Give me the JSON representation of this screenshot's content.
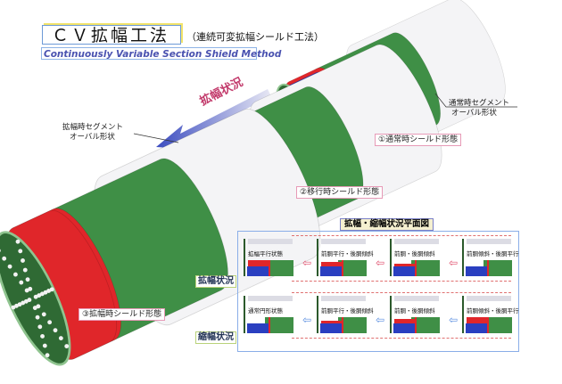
{
  "header": {
    "title": "ＣＶ拡幅工法",
    "subtitle": "（連続可変拡幅シールド工法）",
    "english_title": "Continuously Variable Section Shield Method"
  },
  "illustration": {
    "direction_label": "拡幅状況",
    "callout_left": {
      "line1": "拡幅時セグメント",
      "line2": "オーバル形状"
    },
    "callout_right": {
      "line1": "通常時セグメント",
      "line2": "オーバル形状"
    },
    "stages": [
      "①通常時シールド形態",
      "②移行時シールド形態",
      "③拡幅時シールド形態"
    ]
  },
  "inset": {
    "title": "拡幅・縮幅状況平面図",
    "rows": [
      {
        "label": "拡幅状況",
        "arrow_color": "#e0506e",
        "cells": [
          "拡幅平行状態",
          "前胴平行・後胴傾斜",
          "前胴・後胴傾斜",
          "前胴傾斜・後胴平行"
        ]
      },
      {
        "label": "縮幅状況",
        "arrow_color": "#5a8ee0",
        "cells": [
          "通常円形状態",
          "前胴平行・後胴傾斜",
          "前胴・後胴傾斜",
          "前胴傾斜・後胴平行"
        ]
      }
    ]
  },
  "colors": {
    "green": "#3f8f46",
    "blue": "#2a3fc0",
    "red": "#e0262a",
    "tube": "#f4f4f6"
  }
}
